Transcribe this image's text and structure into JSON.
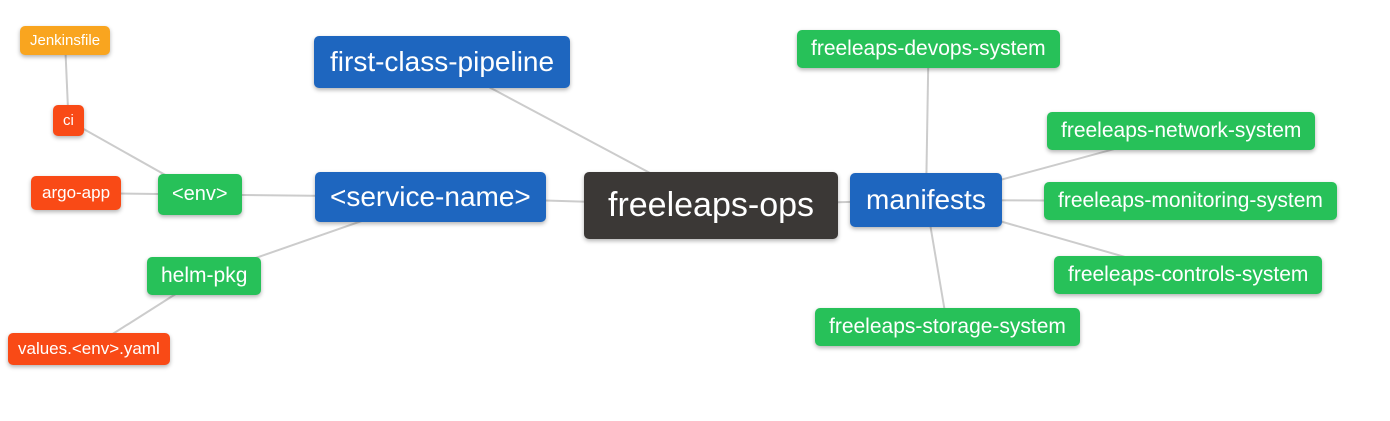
{
  "diagram": {
    "type": "mindmap",
    "root_label": "freeleaps-ops"
  },
  "palette": {
    "background": "#ffffff",
    "text": "#ffffff",
    "root": "#3b3836",
    "branch": "#1e66bf",
    "green": "#27c159",
    "red": "#f94a16",
    "orange": "#f9a51f",
    "edge_line": "#cccccc"
  },
  "nodes": [
    {
      "id": "jenkinsfile",
      "label": "Jenkinsfile",
      "role": "orange"
    },
    {
      "id": "ci",
      "label": "ci",
      "role": "red"
    },
    {
      "id": "argo-app",
      "label": "argo-app",
      "role": "red"
    },
    {
      "id": "env",
      "label": "<env>",
      "role": "green"
    },
    {
      "id": "helm-pkg",
      "label": "helm-pkg",
      "role": "green"
    },
    {
      "id": "values-env-yaml",
      "label": "values.<env>.yaml",
      "role": "red"
    },
    {
      "id": "first-class-pipeline",
      "label": "first-class-pipeline",
      "role": "branch"
    },
    {
      "id": "service-name",
      "label": "<service-name>",
      "role": "branch"
    },
    {
      "id": "freeleaps-ops",
      "label": "freeleaps-ops",
      "role": "root"
    },
    {
      "id": "manifests",
      "label": "manifests",
      "role": "branch"
    },
    {
      "id": "devops-system",
      "label": "freeleaps-devops-system",
      "role": "green"
    },
    {
      "id": "network-system",
      "label": "freeleaps-network-system",
      "role": "green"
    },
    {
      "id": "monitoring-system",
      "label": "freeleaps-monitoring-system",
      "role": "green"
    },
    {
      "id": "controls-system",
      "label": "freeleaps-controls-system",
      "role": "green"
    },
    {
      "id": "storage-system",
      "label": "freeleaps-storage-system",
      "role": "green"
    }
  ],
  "edges": [
    [
      "jenkinsfile",
      "ci"
    ],
    [
      "ci",
      "env"
    ],
    [
      "argo-app",
      "env"
    ],
    [
      "env",
      "service-name"
    ],
    [
      "helm-pkg",
      "service-name"
    ],
    [
      "helm-pkg",
      "values-env-yaml"
    ],
    [
      "service-name",
      "freeleaps-ops"
    ],
    [
      "first-class-pipeline",
      "freeleaps-ops"
    ],
    [
      "freeleaps-ops",
      "manifests"
    ],
    [
      "manifests",
      "devops-system"
    ],
    [
      "manifests",
      "network-system"
    ],
    [
      "manifests",
      "monitoring-system"
    ],
    [
      "manifests",
      "controls-system"
    ],
    [
      "manifests",
      "storage-system"
    ]
  ]
}
